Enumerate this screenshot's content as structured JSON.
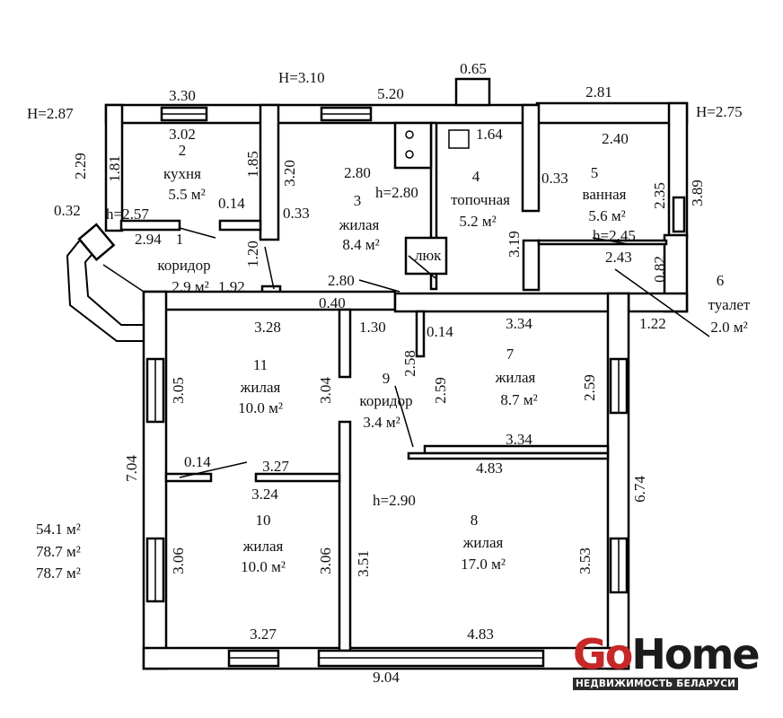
{
  "heights": {
    "h_left": "H=2.87",
    "h_mid": "H=3.10",
    "h_right": "H=2.75",
    "h2": "h=2.57",
    "h3": "h=2.80",
    "h5": "h=2.45",
    "h8": "h=2.90"
  },
  "rooms": [
    {
      "num": "1",
      "name": "коридор",
      "area": "2.9 м²"
    },
    {
      "num": "2",
      "name": "кухня",
      "area": "5.5 м²"
    },
    {
      "num": "3",
      "name": "жилая",
      "area": "8.4 м²"
    },
    {
      "num": "4",
      "name": "топочная",
      "area": "5.2 м²"
    },
    {
      "num": "5",
      "name": "ванная",
      "area": "5.6 м²"
    },
    {
      "num": "6",
      "name": "туалет",
      "area": "2.0 м²"
    },
    {
      "num": "7",
      "name": "жилая",
      "area": "8.7 м²"
    },
    {
      "num": "8",
      "name": "жилая",
      "area": "17.0 м²"
    },
    {
      "num": "9",
      "name": "коридор",
      "area": "3.4 м²"
    },
    {
      "num": "10",
      "name": "жилая",
      "area": "10.0 м²"
    },
    {
      "num": "11",
      "name": "жилая",
      "area": "10.0 м²"
    }
  ],
  "hatch_label": "люк",
  "dims": {
    "d330": "3.30",
    "d302": "3.02",
    "d520": "5.20",
    "d065": "0.65",
    "d281": "2.81",
    "d240": "2.40",
    "d229": "2.29",
    "d181": "1.81",
    "d185": "1.85",
    "d320": "3.20",
    "d280a": "2.80",
    "d164": "1.64",
    "d033a": "0.33",
    "d033b": "0.33",
    "d235": "2.35",
    "d389": "3.89",
    "d032": "0.32",
    "d014a": "0.14",
    "d294": "2.94",
    "d120": "1.20",
    "d192": "1.92",
    "d280b": "2.80",
    "d319": "3.19",
    "d243": "2.43",
    "d082": "0.82",
    "d040": "0.40",
    "d328": "3.28",
    "d130": "1.30",
    "d258": "2.58",
    "d014b": "0.14",
    "d334a": "3.34",
    "d305": "3.05",
    "d304": "3.04",
    "d259a": "2.59",
    "d259b": "2.59",
    "d122": "1.22",
    "d334b": "3.34",
    "d704": "7.04",
    "d014c": "0.14",
    "d327a": "3.27",
    "d483a": "4.83",
    "d674": "6.74",
    "d324": "3.24",
    "d306a": "3.06",
    "d306b": "3.06",
    "d351": "3.51",
    "d353": "3.53",
    "d327b": "3.27",
    "d483b": "4.83",
    "d904": "9.04"
  },
  "totals": [
    "54.1 м²",
    "78.7 м²",
    "78.7 м²"
  ],
  "logo": {
    "go": "Go",
    "home": "Home",
    "tagline": "НЕДВИЖИМОСТЬ БЕЛАРУСИ"
  },
  "colors": {
    "brand_red": "#c62828",
    "brand_dark": "#2b2b2b"
  }
}
